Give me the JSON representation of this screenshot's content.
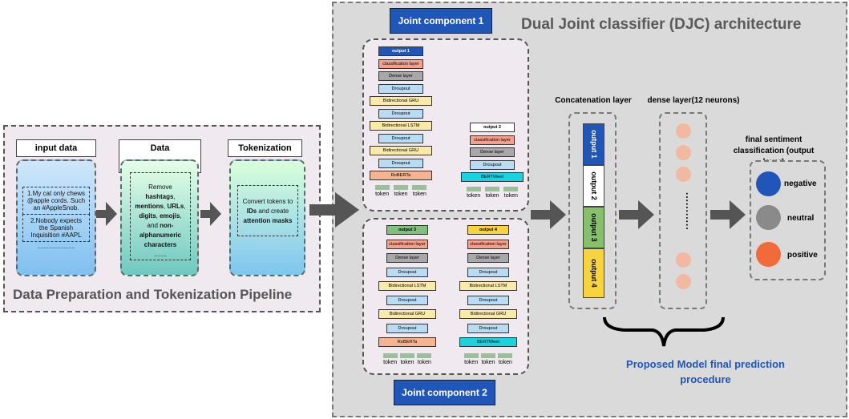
{
  "title": "Dual Joint classifier (DJC) architecture",
  "pipeline": {
    "title": "Data Preparation and Tokenization Pipeline",
    "steps": [
      {
        "header": "input data"
      },
      {
        "header": "Data Preprocessing"
      },
      {
        "header": "Tokenization"
      }
    ],
    "input_examples": [
      "1.My cat only chews @apple cords. Such an #AppleSnob.",
      "2.Nobody expects the Spanish Inquisition #AAPL",
      "........................"
    ],
    "preprocess": {
      "t1": "Remove ",
      "b1": "hashtags",
      "t2": ", ",
      "b2": "mentions",
      "t3": ", ",
      "b3": "URLs",
      "t4": ", ",
      "b4": "digits",
      "t5": ", ",
      "b5": "emojis",
      "t6": ", and ",
      "b6": "non-alphanumeric characters",
      "ellipsis": "......."
    },
    "tokenize": {
      "t1": "Convert tokens to ",
      "b1": "IDs",
      "t2": " and create ",
      "b2": "attention masks"
    }
  },
  "joint1": {
    "label": "Joint component 1",
    "left_layers": [
      "output 1",
      "classification layer",
      "Dense layer",
      "Droupout",
      "Bidirectional GRU",
      "Droupout",
      "Bidirectional LSTM",
      "Droupout",
      "Bidirectional GRU",
      "Droupout",
      "RoBERTa"
    ],
    "right_layers": [
      "output 2",
      "classification layer",
      "Dense layer",
      "Droupout",
      "BERTWeet"
    ]
  },
  "joint2": {
    "label": "Joint component 2",
    "left_layers": [
      "output 3",
      "classification layer",
      "Dense layer",
      "Droupout",
      "Bidirectional LSTM",
      "Droupout",
      "Bidirectional GRU",
      "Droupout",
      "RoBERTa"
    ],
    "right_layers": [
      "output 4",
      "classification layer",
      "Dense layer",
      "Droupout",
      "Bidirectional LSTM",
      "Droupout",
      "Bidirectional GRU",
      "Droupout",
      "BERTWeet"
    ]
  },
  "token": "token",
  "concat": {
    "label": "Concatenation layer",
    "outputs": [
      "output 1",
      "output 2",
      "output 3",
      "output 4"
    ]
  },
  "dense": {
    "label": "dense layer(12 neurons)",
    "dots": "..........."
  },
  "final": {
    "label": "final sentiment classification (output layer)",
    "classes": [
      "negative",
      "neutral",
      "positive"
    ]
  },
  "proposed": "Proposed Model final prediction procedure",
  "colors": {
    "accent": "#1f56b8",
    "negative": "#1f56b8",
    "neutral": "#8a8a8a",
    "positive": "#f06a3a"
  }
}
